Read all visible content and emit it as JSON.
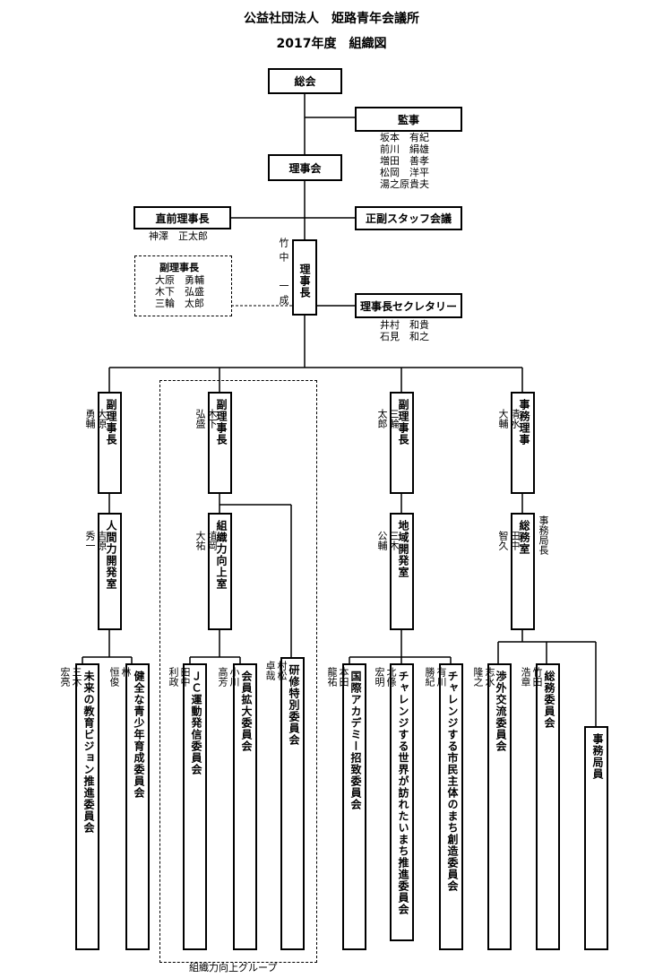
{
  "title": "公益社団法人　姫路青年会議所",
  "subtitle": "2017年度　組織図",
  "sokai": "総会",
  "kanji": {
    "label": "監事",
    "members": "坂本　有紀\n前川　絹雄\n増田　善孝\n松岡　洋平\n湯之原貴夫"
  },
  "rijikai": "理事会",
  "chokuzen": {
    "label": "直前理事長",
    "name": "神澤　正太郎"
  },
  "seifuku": "正副スタッフ会議",
  "rijicho": {
    "label": "理事長",
    "name": "竹中　一成"
  },
  "vice_group": {
    "label": "副理事長",
    "members": "大原　勇輔\n木下　弘盛\n三輪　太郎"
  },
  "secretary": {
    "label": "理事長セクレタリー",
    "members": "井村　和貴\n石見　和之"
  },
  "level2": [
    {
      "label": "副理事長",
      "name": "大原\n勇輔"
    },
    {
      "label": "副理事長",
      "name": "木下\n弘盛"
    },
    {
      "label": "副理事長",
      "name": "三輪\n太郎"
    },
    {
      "label": "事務理事",
      "name": "清水\n大輔"
    }
  ],
  "level3": [
    {
      "label": "人間力開発室",
      "name": "吉原\n秀一"
    },
    {
      "label": "組織力向上室",
      "name": "埴岡\n大祐"
    },
    {
      "label": "地域開発室",
      "name": "三木\n公輔"
    },
    {
      "label": "総務室",
      "name": "田中\n智久",
      "role": "事務局長"
    }
  ],
  "committees": [
    {
      "label": "未来の教育ビジョン推進委員会",
      "name": "三木\n宏亮"
    },
    {
      "label": "健全な青少年育成委員会",
      "name": "林\n恒俊"
    },
    {
      "label": "ＪＣ運動発信委員会",
      "name": "田中\n利政"
    },
    {
      "label": "会員拡大委員会",
      "name": "小川\n高芳"
    },
    {
      "label": "研修特別委員会",
      "name": "村松\n卓哉"
    },
    {
      "label": "国際アカデミー招致委員会",
      "name": "本田\n龍祐"
    },
    {
      "label": "チャレンジする世界が訪れたいまち推進委員会",
      "name": "北條\n宏明"
    },
    {
      "label": "チャレンジする市民主体のまち創造委員会",
      "name": "有川\n勝紀"
    },
    {
      "label": "渉外交流委員会",
      "name": "志水\n隆之"
    },
    {
      "label": "総務委員会",
      "name": "竹田\n浩章"
    },
    {
      "label": "事務局員",
      "name": ""
    }
  ],
  "group_label": "組織力向上グループ"
}
